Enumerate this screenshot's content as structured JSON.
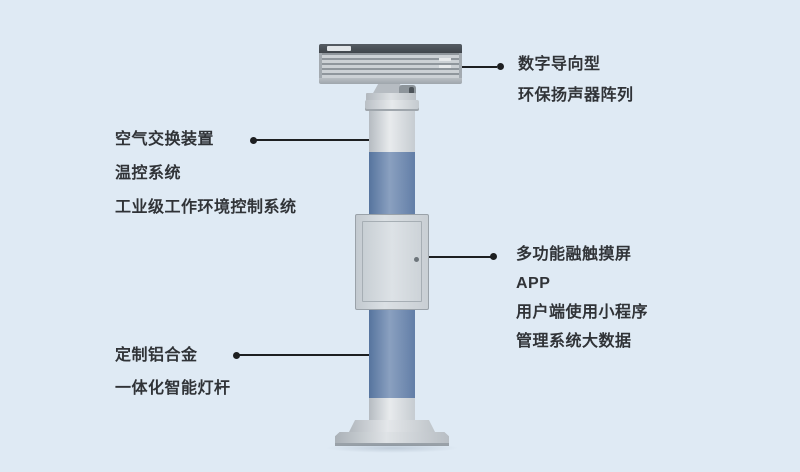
{
  "colors": {
    "background": "#dfeaf4",
    "pole_blue": "#6d8ab1",
    "pole_gray": "#d3d8dc",
    "callout_line": "#1d1f21",
    "text": "#303337"
  },
  "callouts": {
    "speaker": {
      "lines": [
        "数字导向型",
        "环保扬声器阵列"
      ]
    },
    "environment": {
      "lines": [
        "空气交换装置",
        "温控系统",
        "工业级工作环境控制系统"
      ]
    },
    "touchscreen": {
      "lines": [
        "多功能融触摸屏",
        "APP",
        "用户端使用小程序",
        "管理系统大数据"
      ]
    },
    "pole": {
      "lines": [
        "定制铝合金",
        "一体化智能灯杆"
      ]
    }
  }
}
